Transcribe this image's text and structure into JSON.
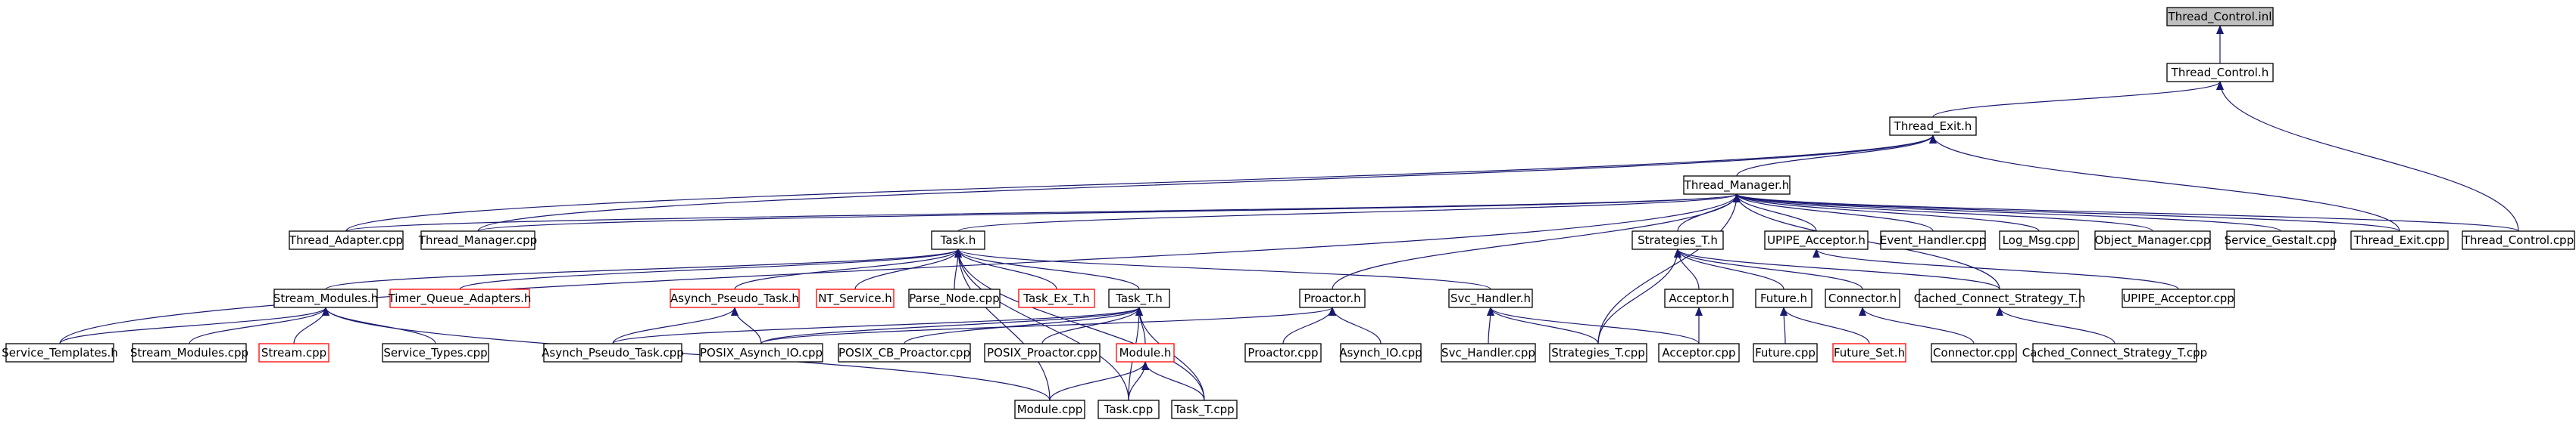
{
  "colors": {
    "edge": "#191970",
    "node_border": "#000000",
    "node_border_missing": "#ff0000",
    "root_fill": "#bfbfbf",
    "node_fill": "#ffffff",
    "text": "#000000"
  },
  "nodes": [
    {
      "id": "thread_control_inl",
      "label": "Thread_Control.inl",
      "root": true
    },
    {
      "id": "thread_control_h",
      "label": "Thread_Control.h"
    },
    {
      "id": "thread_exit_h",
      "label": "Thread_Exit.h"
    },
    {
      "id": "thread_manager_h",
      "label": "Thread_Manager.h"
    },
    {
      "id": "thread_adapter_cpp",
      "label": "Thread_Adapter.cpp"
    },
    {
      "id": "thread_manager_cpp",
      "label": "Thread_Manager.cpp"
    },
    {
      "id": "event_handler_cpp",
      "label": "Event_Handler.cpp"
    },
    {
      "id": "log_msg_cpp",
      "label": "Log_Msg.cpp"
    },
    {
      "id": "object_manager_cpp",
      "label": "Object_Manager.cpp"
    },
    {
      "id": "service_gestalt_cpp",
      "label": "Service_Gestalt.cpp"
    },
    {
      "id": "thread_exit_cpp",
      "label": "Thread_Exit.cpp"
    },
    {
      "id": "thread_control_cpp",
      "label": "Thread_Control.cpp"
    },
    {
      "id": "task_h",
      "label": "Task.h"
    },
    {
      "id": "strategies_t_h",
      "label": "Strategies_T.h"
    },
    {
      "id": "upipe_acceptor_h",
      "label": "UPIPE_Acceptor.h"
    },
    {
      "id": "stream_modules_h",
      "label": "Stream_Modules.h"
    },
    {
      "id": "timer_queue_adapters_h",
      "label": "Timer_Queue_Adapters.h",
      "missing": true
    },
    {
      "id": "asynch_pseudo_task_h",
      "label": "Asynch_Pseudo_Task.h",
      "missing": true
    },
    {
      "id": "nt_service_h",
      "label": "NT_Service.h",
      "missing": true
    },
    {
      "id": "parse_node_cpp",
      "label": "Parse_Node.cpp"
    },
    {
      "id": "task_ex_t_h",
      "label": "Task_Ex_T.h",
      "missing": true
    },
    {
      "id": "task_t_h",
      "label": "Task_T.h"
    },
    {
      "id": "proactor_h",
      "label": "Proactor.h"
    },
    {
      "id": "svc_handler_h",
      "label": "Svc_Handler.h"
    },
    {
      "id": "acceptor_h",
      "label": "Acceptor.h"
    },
    {
      "id": "future_h",
      "label": "Future.h"
    },
    {
      "id": "connector_h",
      "label": "Connector.h"
    },
    {
      "id": "cached_connect_strategy_t_h",
      "label": "Cached_Connect_Strategy_T.h"
    },
    {
      "id": "upipe_acceptor_cpp",
      "label": "UPIPE_Acceptor.cpp"
    },
    {
      "id": "service_templates_h",
      "label": "Service_Templates.h"
    },
    {
      "id": "stream_modules_cpp",
      "label": "Stream_Modules.cpp"
    },
    {
      "id": "stream_cpp",
      "label": "Stream.cpp",
      "missing": true
    },
    {
      "id": "service_types_cpp",
      "label": "Service_Types.cpp"
    },
    {
      "id": "asynch_pseudo_task_cpp",
      "label": "Asynch_Pseudo_Task.cpp"
    },
    {
      "id": "posix_asynch_io_cpp",
      "label": "POSIX_Asynch_IO.cpp"
    },
    {
      "id": "posix_cb_proactor_cpp",
      "label": "POSIX_CB_Proactor.cpp"
    },
    {
      "id": "posix_proactor_cpp",
      "label": "POSIX_Proactor.cpp"
    },
    {
      "id": "module_h",
      "label": "Module.h",
      "missing": true
    },
    {
      "id": "proactor_cpp",
      "label": "Proactor.cpp"
    },
    {
      "id": "asynch_io_cpp",
      "label": "Asynch_IO.cpp"
    },
    {
      "id": "svc_handler_cpp",
      "label": "Svc_Handler.cpp"
    },
    {
      "id": "strategies_t_cpp",
      "label": "Strategies_T.cpp"
    },
    {
      "id": "acceptor_cpp",
      "label": "Acceptor.cpp"
    },
    {
      "id": "future_cpp",
      "label": "Future.cpp"
    },
    {
      "id": "future_set_h",
      "label": "Future_Set.h",
      "missing": true
    },
    {
      "id": "connector_cpp",
      "label": "Connector.cpp"
    },
    {
      "id": "cached_connect_strategy_t_cpp",
      "label": "Cached_Connect_Strategy_T.cpp"
    },
    {
      "id": "module_cpp",
      "label": "Module.cpp"
    },
    {
      "id": "task_cpp",
      "label": "Task.cpp"
    },
    {
      "id": "task_t_cpp",
      "label": "Task_T.cpp"
    }
  ],
  "edges": [
    [
      "thread_control_h",
      "thread_control_inl"
    ],
    [
      "thread_exit_h",
      "thread_control_h"
    ],
    [
      "thread_control_cpp",
      "thread_control_h"
    ],
    [
      "thread_manager_h",
      "thread_exit_h"
    ],
    [
      "thread_adapter_cpp",
      "thread_exit_h"
    ],
    [
      "thread_manager_cpp",
      "thread_exit_h"
    ],
    [
      "thread_exit_cpp",
      "thread_exit_h"
    ],
    [
      "thread_adapter_cpp",
      "thread_manager_h"
    ],
    [
      "thread_manager_cpp",
      "thread_manager_h"
    ],
    [
      "event_handler_cpp",
      "thread_manager_h"
    ],
    [
      "log_msg_cpp",
      "thread_manager_h"
    ],
    [
      "object_manager_cpp",
      "thread_manager_h"
    ],
    [
      "service_gestalt_cpp",
      "thread_manager_h"
    ],
    [
      "thread_exit_cpp",
      "thread_manager_h"
    ],
    [
      "thread_control_cpp",
      "thread_manager_h"
    ],
    [
      "task_h",
      "thread_manager_h"
    ],
    [
      "strategies_t_h",
      "thread_manager_h"
    ],
    [
      "upipe_acceptor_h",
      "thread_manager_h"
    ],
    [
      "service_templates_h",
      "thread_manager_h"
    ],
    [
      "proactor_h",
      "thread_manager_h"
    ],
    [
      "cached_connect_strategy_t_h",
      "thread_manager_h"
    ],
    [
      "strategies_t_cpp",
      "thread_manager_h"
    ],
    [
      "stream_modules_h",
      "task_h"
    ],
    [
      "timer_queue_adapters_h",
      "task_h"
    ],
    [
      "asynch_pseudo_task_h",
      "task_h"
    ],
    [
      "nt_service_h",
      "task_h"
    ],
    [
      "parse_node_cpp",
      "task_h"
    ],
    [
      "task_ex_t_h",
      "task_h"
    ],
    [
      "task_t_h",
      "task_h"
    ],
    [
      "svc_handler_h",
      "task_h"
    ],
    [
      "module_cpp",
      "task_h"
    ],
    [
      "task_cpp",
      "task_h"
    ],
    [
      "task_t_cpp",
      "task_h"
    ],
    [
      "service_templates_h",
      "stream_modules_h"
    ],
    [
      "stream_modules_cpp",
      "stream_modules_h"
    ],
    [
      "stream_cpp",
      "stream_modules_h"
    ],
    [
      "service_types_cpp",
      "stream_modules_h"
    ],
    [
      "module_cpp",
      "stream_modules_h"
    ],
    [
      "asynch_pseudo_task_cpp",
      "asynch_pseudo_task_h"
    ],
    [
      "posix_asynch_io_cpp",
      "asynch_pseudo_task_h"
    ],
    [
      "asynch_pseudo_task_cpp",
      "task_t_h"
    ],
    [
      "posix_asynch_io_cpp",
      "task_t_h"
    ],
    [
      "posix_cb_proactor_cpp",
      "task_t_h"
    ],
    [
      "posix_proactor_cpp",
      "task_t_h"
    ],
    [
      "module_h",
      "task_t_h"
    ],
    [
      "task_t_cpp",
      "task_t_h"
    ],
    [
      "task_cpp",
      "task_t_h"
    ],
    [
      "module_cpp",
      "module_h"
    ],
    [
      "task_cpp",
      "module_h"
    ],
    [
      "task_t_cpp",
      "module_h"
    ],
    [
      "posix_asynch_io_cpp",
      "proactor_h"
    ],
    [
      "proactor_cpp",
      "proactor_h"
    ],
    [
      "asynch_io_cpp",
      "proactor_h"
    ],
    [
      "svc_handler_cpp",
      "svc_handler_h"
    ],
    [
      "strategies_t_cpp",
      "svc_handler_h"
    ],
    [
      "acceptor_cpp",
      "svc_handler_h"
    ],
    [
      "acceptor_h",
      "strategies_t_h"
    ],
    [
      "future_h",
      "strategies_t_h"
    ],
    [
      "connector_h",
      "strategies_t_h"
    ],
    [
      "cached_connect_strategy_t_h",
      "strategies_t_h"
    ],
    [
      "strategies_t_cpp",
      "strategies_t_h"
    ],
    [
      "acceptor_cpp",
      "acceptor_h"
    ],
    [
      "future_cpp",
      "future_h"
    ],
    [
      "future_set_h",
      "future_h"
    ],
    [
      "connector_cpp",
      "connector_h"
    ],
    [
      "cached_connect_strategy_t_cpp",
      "cached_connect_strategy_t_h"
    ],
    [
      "upipe_acceptor_cpp",
      "upipe_acceptor_h"
    ]
  ]
}
